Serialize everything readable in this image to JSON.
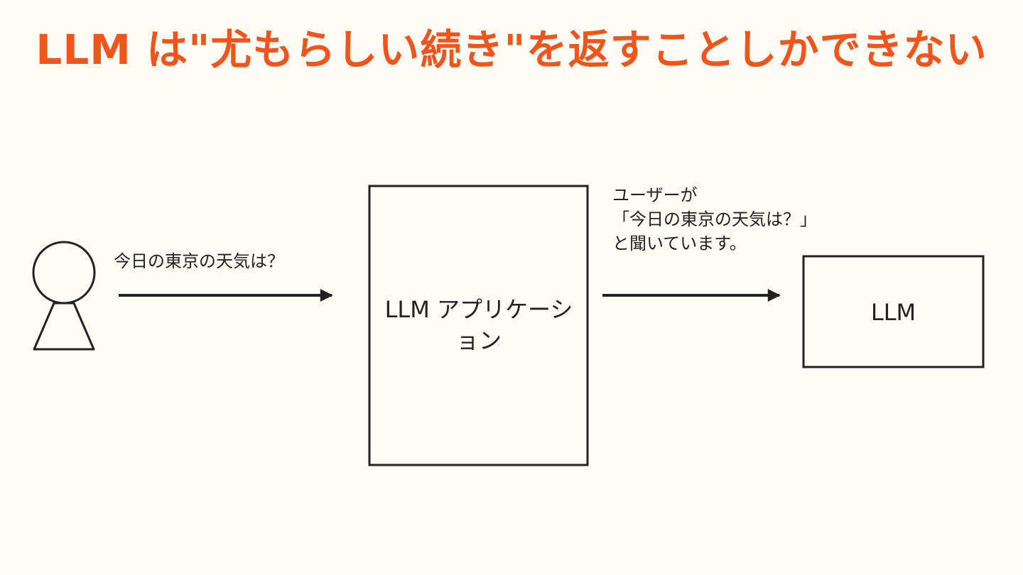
{
  "title": {
    "text": "LLM は\"尤もらしい続き\"を返すことしかできない",
    "color": "#f0561b"
  },
  "diagram": {
    "user_question": "今日の東京の天気は？",
    "forward_lines": [
      "ユーザーが",
      "「今日の東京の天気は？」",
      "と聞いています。"
    ],
    "app_box_label": "LLM アプリケーション",
    "llm_box_label": "LLM",
    "stroke_color": "#222222",
    "nodes": [
      {
        "name": "user",
        "icon": "person-icon"
      },
      {
        "name": "llm-application",
        "icon": "rectangle"
      },
      {
        "name": "llm",
        "icon": "rectangle"
      }
    ]
  }
}
